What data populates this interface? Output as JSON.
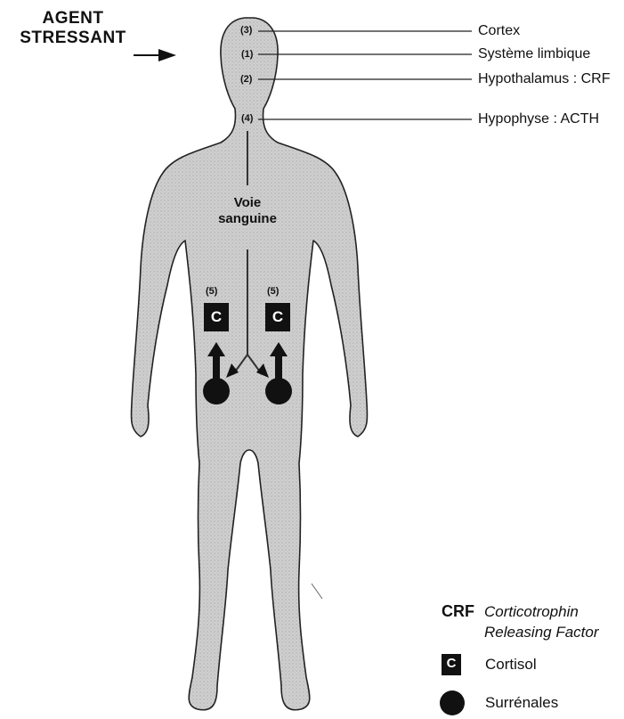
{
  "stressor": {
    "line1": "AGENT",
    "line2": "STRESSANT"
  },
  "brain_labels": [
    {
      "num": "(3)",
      "text": "Cortex"
    },
    {
      "num": "(1)",
      "text": "Système limbique"
    },
    {
      "num": "(2)",
      "text": "Hypothalamus : CRF"
    },
    {
      "num": "(4)",
      "text": "Hypophyse : ACTH"
    }
  ],
  "pathway": {
    "line1": "Voie",
    "line2": "sanguine"
  },
  "adrenal_labels": {
    "left_num": "(5)",
    "right_num": "(5)",
    "cortisol_symbol": "C"
  },
  "legend": {
    "crf_abbr": "CRF",
    "crf_line1": "Corticotrophin",
    "crf_line2": "Releasing Factor",
    "cortisol_symbol": "C",
    "cortisol_label": "Cortisol",
    "surrenales_label": "Surrénales"
  },
  "colors": {
    "body_fill": "#cfcfcf",
    "ink": "#111111"
  }
}
